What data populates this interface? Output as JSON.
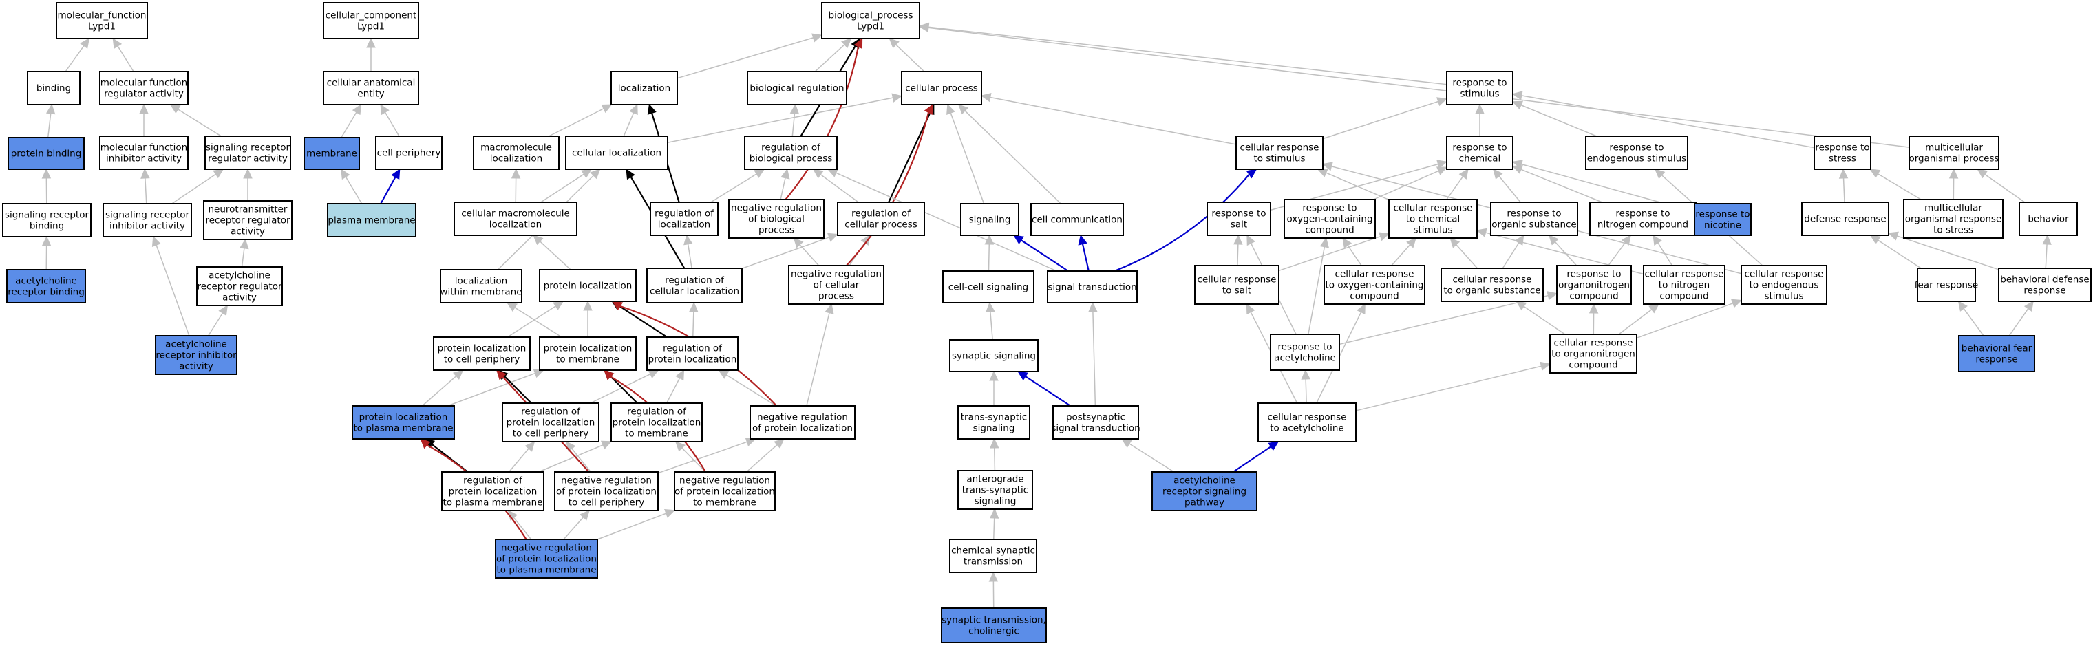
{
  "colors": {
    "node_fill": "#ffffff",
    "highlight_fill": "#5b8de8",
    "light_fill": "#add8e6",
    "edge_grey": "#c0c0c0",
    "edge_black": "#000000",
    "edge_blue": "#0000cd",
    "edge_red": "#b22222"
  },
  "nodes": [
    {
      "id": "mf",
      "lines": [
        "molecular_function",
        "Lypd1"
      ]
    },
    {
      "id": "binding",
      "lines": [
        "binding"
      ]
    },
    {
      "id": "mfra",
      "lines": [
        "molecular function",
        "regulator activity"
      ]
    },
    {
      "id": "pb",
      "lines": [
        "protein binding"
      ],
      "style": "highlight"
    },
    {
      "id": "mfia",
      "lines": [
        "molecular function",
        "inhibitor activity"
      ]
    },
    {
      "id": "srra",
      "lines": [
        "signaling receptor",
        "regulator activity"
      ]
    },
    {
      "id": "srb",
      "lines": [
        "signaling receptor",
        "binding"
      ]
    },
    {
      "id": "sria",
      "lines": [
        "signaling receptor",
        "inhibitor activity"
      ]
    },
    {
      "id": "ntrra",
      "lines": [
        "neurotransmitter",
        "receptor regulator",
        "activity"
      ]
    },
    {
      "id": "acrb",
      "lines": [
        "acetylcholine",
        "receptor binding"
      ],
      "style": "highlight"
    },
    {
      "id": "acrra",
      "lines": [
        "acetylcholine",
        "receptor regulator",
        "activity"
      ]
    },
    {
      "id": "acria",
      "lines": [
        "acetylcholine",
        "receptor inhibitor",
        "activity"
      ],
      "style": "highlight"
    },
    {
      "id": "cc",
      "lines": [
        "cellular_component",
        "Lypd1"
      ]
    },
    {
      "id": "cae",
      "lines": [
        "cellular anatomical",
        "entity"
      ]
    },
    {
      "id": "membrane",
      "lines": [
        "membrane"
      ],
      "style": "highlight"
    },
    {
      "id": "cp",
      "lines": [
        "cell periphery"
      ]
    },
    {
      "id": "pm",
      "lines": [
        "plasma membrane"
      ],
      "style": "light"
    },
    {
      "id": "bp",
      "lines": [
        "biological_process",
        "Lypd1"
      ]
    },
    {
      "id": "loc",
      "lines": [
        "localization"
      ]
    },
    {
      "id": "bioreg",
      "lines": [
        "biological regulation"
      ]
    },
    {
      "id": "cellproc",
      "lines": [
        "cellular process"
      ]
    },
    {
      "id": "mmloc",
      "lines": [
        "macromolecule",
        "localization"
      ]
    },
    {
      "id": "cellloc",
      "lines": [
        "cellular localization"
      ]
    },
    {
      "id": "rbp",
      "lines": [
        "regulation of",
        "biological process"
      ]
    },
    {
      "id": "cmmloc",
      "lines": [
        "cellular macromolecule",
        "localization"
      ]
    },
    {
      "id": "regloc",
      "lines": [
        "regulation of",
        "localization"
      ]
    },
    {
      "id": "nrbp",
      "lines": [
        "negative regulation",
        "of biological",
        "process"
      ]
    },
    {
      "id": "rcp",
      "lines": [
        "regulation of",
        "cellular process"
      ]
    },
    {
      "id": "signaling",
      "lines": [
        "signaling"
      ]
    },
    {
      "id": "cellcomm",
      "lines": [
        "cell communication"
      ]
    },
    {
      "id": "lwm",
      "lines": [
        "localization",
        "within membrane"
      ]
    },
    {
      "id": "protloc",
      "lines": [
        "protein localization"
      ]
    },
    {
      "id": "rcl",
      "lines": [
        "regulation of",
        "cellular localization"
      ]
    },
    {
      "id": "nrcp",
      "lines": [
        "negative regulation",
        "of cellular",
        "process"
      ]
    },
    {
      "id": "ccs",
      "lines": [
        "cell-cell signaling"
      ]
    },
    {
      "id": "st",
      "lines": [
        "signal transduction"
      ]
    },
    {
      "id": "plcp",
      "lines": [
        "protein localization",
        "to cell periphery"
      ]
    },
    {
      "id": "pltm",
      "lines": [
        "protein localization",
        "to membrane"
      ]
    },
    {
      "id": "rpl",
      "lines": [
        "regulation of",
        "protein localization"
      ]
    },
    {
      "id": "ss",
      "lines": [
        "synaptic signaling"
      ]
    },
    {
      "id": "plpm",
      "lines": [
        "protein localization",
        "to plasma membrane"
      ],
      "style": "highlight"
    },
    {
      "id": "rplcp",
      "lines": [
        "regulation of",
        "protein localization",
        "to cell periphery"
      ]
    },
    {
      "id": "rpltm",
      "lines": [
        "regulation of",
        "protein localization",
        "to membrane"
      ]
    },
    {
      "id": "nrpl",
      "lines": [
        "negative regulation",
        "of protein localization"
      ]
    },
    {
      "id": "tss",
      "lines": [
        "trans-synaptic",
        "signaling"
      ]
    },
    {
      "id": "pst",
      "lines": [
        "postsynaptic",
        "signal transduction"
      ]
    },
    {
      "id": "rplpm",
      "lines": [
        "regulation of",
        "protein localization",
        "to plasma membrane"
      ]
    },
    {
      "id": "nrplcp",
      "lines": [
        "negative regulation",
        "of protein localization",
        "to cell periphery"
      ]
    },
    {
      "id": "nrpltm",
      "lines": [
        "negative regulation",
        "of protein localization",
        "to membrane"
      ]
    },
    {
      "id": "atss",
      "lines": [
        "anterograde",
        "trans-synaptic",
        "signaling"
      ]
    },
    {
      "id": "nrplpm",
      "lines": [
        "negative regulation",
        "of protein localization",
        "to plasma membrane"
      ],
      "style": "highlight"
    },
    {
      "id": "cst",
      "lines": [
        "chemical synaptic",
        "transmission"
      ]
    },
    {
      "id": "stc",
      "lines": [
        "synaptic transmission,",
        "cholinergic"
      ],
      "style": "highlight"
    },
    {
      "id": "rts",
      "lines": [
        "response to",
        "stimulus"
      ]
    },
    {
      "id": "crs",
      "lines": [
        "cellular response",
        "to stimulus"
      ]
    },
    {
      "id": "rtc",
      "lines": [
        "response to",
        "chemical"
      ]
    },
    {
      "id": "res",
      "lines": [
        "response to",
        "endogenous stimulus"
      ]
    },
    {
      "id": "rtst",
      "lines": [
        "response to",
        "stress"
      ]
    },
    {
      "id": "mop",
      "lines": [
        "multicellular",
        "organismal process"
      ]
    },
    {
      "id": "rsalt",
      "lines": [
        "response to",
        "salt"
      ]
    },
    {
      "id": "rocc",
      "lines": [
        "response to",
        "oxygen-containing",
        "compound"
      ]
    },
    {
      "id": "crcs",
      "lines": [
        "cellular response",
        "to chemical",
        "stimulus"
      ]
    },
    {
      "id": "ros",
      "lines": [
        "response to",
        "organic substance"
      ]
    },
    {
      "id": "rnc",
      "lines": [
        "response to",
        "nitrogen compound"
      ]
    },
    {
      "id": "rnic",
      "lines": [
        "response to",
        "nicotine"
      ],
      "style": "highlight"
    },
    {
      "id": "defr",
      "lines": [
        "defense response"
      ]
    },
    {
      "id": "morts",
      "lines": [
        "multicellular",
        "organismal response",
        "to stress"
      ]
    },
    {
      "id": "behavior",
      "lines": [
        "behavior"
      ]
    },
    {
      "id": "crsalt",
      "lines": [
        "cellular response",
        "to salt"
      ]
    },
    {
      "id": "crocc",
      "lines": [
        "cellular response",
        "to oxygen-containing",
        "compound"
      ]
    },
    {
      "id": "cros",
      "lines": [
        "cellular response",
        "to organic substance"
      ]
    },
    {
      "id": "rtonc",
      "lines": [
        "response to",
        "organonitrogen",
        "compound"
      ]
    },
    {
      "id": "crnc",
      "lines": [
        "cellular response",
        "to nitrogen",
        "compound"
      ]
    },
    {
      "id": "cres",
      "lines": [
        "cellular response",
        "to endogenous",
        "stimulus"
      ]
    },
    {
      "id": "fear",
      "lines": [
        "fear response"
      ]
    },
    {
      "id": "bdr",
      "lines": [
        "behavioral defense",
        "response"
      ]
    },
    {
      "id": "rach",
      "lines": [
        "response to",
        "acetylcholine"
      ]
    },
    {
      "id": "cronc",
      "lines": [
        "cellular response",
        "to organonitrogen",
        "compound"
      ]
    },
    {
      "id": "bfr",
      "lines": [
        "behavioral fear",
        "response"
      ],
      "style": "highlight"
    },
    {
      "id": "crach",
      "lines": [
        "cellular response",
        "to acetylcholine"
      ]
    },
    {
      "id": "acrsp",
      "lines": [
        "acetylcholine",
        "receptor signaling",
        "pathway"
      ],
      "style": "highlight"
    }
  ],
  "edges": [
    {
      "from": "binding",
      "to": "mf"
    },
    {
      "from": "mfra",
      "to": "mf"
    },
    {
      "from": "pb",
      "to": "binding"
    },
    {
      "from": "mfia",
      "to": "mfra"
    },
    {
      "from": "srra",
      "to": "mfra"
    },
    {
      "from": "srb",
      "to": "pb"
    },
    {
      "from": "sria",
      "to": "mfia"
    },
    {
      "from": "sria",
      "to": "srra"
    },
    {
      "from": "ntrra",
      "to": "srra"
    },
    {
      "from": "acrb",
      "to": "srb"
    },
    {
      "from": "acrra",
      "to": "ntrra"
    },
    {
      "from": "acria",
      "to": "sria"
    },
    {
      "from": "acria",
      "to": "acrra"
    },
    {
      "from": "cae",
      "to": "cc"
    },
    {
      "from": "membrane",
      "to": "cae"
    },
    {
      "from": "cp",
      "to": "cae"
    },
    {
      "from": "pm",
      "to": "membrane"
    },
    {
      "from": "pm",
      "to": "cp",
      "type": "blue"
    },
    {
      "from": "loc",
      "to": "bp"
    },
    {
      "from": "bioreg",
      "to": "bp"
    },
    {
      "from": "cellproc",
      "to": "bp"
    },
    {
      "from": "rts",
      "to": "bp"
    },
    {
      "from": "mop",
      "to": "bp"
    },
    {
      "from": "mmloc",
      "to": "loc"
    },
    {
      "from": "cellloc",
      "to": "loc"
    },
    {
      "from": "cellloc",
      "to": "cellproc"
    },
    {
      "from": "rbp",
      "to": "bioreg"
    },
    {
      "from": "rbp",
      "to": "bp",
      "type": "black"
    },
    {
      "from": "cmmloc",
      "to": "mmloc"
    },
    {
      "from": "cmmloc",
      "to": "cellloc"
    },
    {
      "from": "regloc",
      "to": "rbp"
    },
    {
      "from": "regloc",
      "to": "loc",
      "type": "black"
    },
    {
      "from": "nrbp",
      "to": "rbp"
    },
    {
      "from": "nrbp",
      "to": "bp",
      "type": "red"
    },
    {
      "from": "rcp",
      "to": "rbp"
    },
    {
      "from": "rcp",
      "to": "cellproc",
      "type": "black"
    },
    {
      "from": "signaling",
      "to": "cellproc"
    },
    {
      "from": "cellcomm",
      "to": "cellproc"
    },
    {
      "from": "lwm",
      "to": "cellloc"
    },
    {
      "from": "protloc",
      "to": "cmmloc"
    },
    {
      "from": "rcl",
      "to": "regloc"
    },
    {
      "from": "rcl",
      "to": "rcp"
    },
    {
      "from": "rcl",
      "to": "cellloc",
      "type": "black"
    },
    {
      "from": "nrcp",
      "to": "nrbp"
    },
    {
      "from": "nrcp",
      "to": "rcp"
    },
    {
      "from": "nrcp",
      "to": "cellproc",
      "type": "red"
    },
    {
      "from": "ccs",
      "to": "signaling"
    },
    {
      "from": "st",
      "to": "signaling",
      "type": "blue"
    },
    {
      "from": "st",
      "to": "cellcomm",
      "type": "blue"
    },
    {
      "from": "st",
      "to": "crs",
      "type": "blue"
    },
    {
      "from": "st",
      "to": "rbp"
    },
    {
      "from": "plcp",
      "to": "protloc"
    },
    {
      "from": "pltm",
      "to": "protloc"
    },
    {
      "from": "pltm",
      "to": "lwm"
    },
    {
      "from": "rpl",
      "to": "rcl"
    },
    {
      "from": "rpl",
      "to": "protloc",
      "type": "black"
    },
    {
      "from": "ss",
      "to": "ccs"
    },
    {
      "from": "plpm",
      "to": "plcp"
    },
    {
      "from": "plpm",
      "to": "pltm"
    },
    {
      "from": "rplcp",
      "to": "rpl"
    },
    {
      "from": "rplcp",
      "to": "plcp",
      "type": "black"
    },
    {
      "from": "rpltm",
      "to": "rpl"
    },
    {
      "from": "rpltm",
      "to": "pltm",
      "type": "black"
    },
    {
      "from": "nrpl",
      "to": "rpl"
    },
    {
      "from": "nrpl",
      "to": "nrcp"
    },
    {
      "from": "nrpl",
      "to": "protloc",
      "type": "red"
    },
    {
      "from": "tss",
      "to": "ss"
    },
    {
      "from": "pst",
      "to": "st"
    },
    {
      "from": "pst",
      "to": "ss",
      "type": "blue"
    },
    {
      "from": "rplpm",
      "to": "rplcp"
    },
    {
      "from": "rplpm",
      "to": "rpltm"
    },
    {
      "from": "rplpm",
      "to": "plpm",
      "type": "black"
    },
    {
      "from": "nrplcp",
      "to": "rplcp"
    },
    {
      "from": "nrplcp",
      "to": "nrpl"
    },
    {
      "from": "nrplcp",
      "to": "plcp",
      "type": "red"
    },
    {
      "from": "nrpltm",
      "to": "rpltm"
    },
    {
      "from": "nrpltm",
      "to": "nrpl"
    },
    {
      "from": "nrpltm",
      "to": "pltm",
      "type": "red"
    },
    {
      "from": "atss",
      "to": "tss"
    },
    {
      "from": "nrplpm",
      "to": "rplpm"
    },
    {
      "from": "nrplpm",
      "to": "nrplcp"
    },
    {
      "from": "nrplpm",
      "to": "nrpltm"
    },
    {
      "from": "nrplpm",
      "to": "plpm",
      "type": "red"
    },
    {
      "from": "cst",
      "to": "atss"
    },
    {
      "from": "stc",
      "to": "cst"
    },
    {
      "from": "crs",
      "to": "rts"
    },
    {
      "from": "crs",
      "to": "cellproc"
    },
    {
      "from": "rtc",
      "to": "rts"
    },
    {
      "from": "res",
      "to": "rts"
    },
    {
      "from": "rtst",
      "to": "rts"
    },
    {
      "from": "rsalt",
      "to": "rtc"
    },
    {
      "from": "rocc",
      "to": "rtc"
    },
    {
      "from": "crcs",
      "to": "rtc"
    },
    {
      "from": "crcs",
      "to": "crs"
    },
    {
      "from": "ros",
      "to": "rtc"
    },
    {
      "from": "rnc",
      "to": "rtc"
    },
    {
      "from": "rnic",
      "to": "rtc"
    },
    {
      "from": "defr",
      "to": "rtst"
    },
    {
      "from": "morts",
      "to": "rtst"
    },
    {
      "from": "morts",
      "to": "mop"
    },
    {
      "from": "behavior",
      "to": "mop"
    },
    {
      "from": "crsalt",
      "to": "rsalt"
    },
    {
      "from": "crsalt",
      "to": "crcs"
    },
    {
      "from": "crocc",
      "to": "rocc"
    },
    {
      "from": "crocc",
      "to": "crcs"
    },
    {
      "from": "cros",
      "to": "ros"
    },
    {
      "from": "cros",
      "to": "crcs"
    },
    {
      "from": "rtonc",
      "to": "rnc"
    },
    {
      "from": "rtonc",
      "to": "ros"
    },
    {
      "from": "crnc",
      "to": "rnc"
    },
    {
      "from": "crnc",
      "to": "crcs"
    },
    {
      "from": "cres",
      "to": "res"
    },
    {
      "from": "cres",
      "to": "crs"
    },
    {
      "from": "fear",
      "to": "defr"
    },
    {
      "from": "bdr",
      "to": "defr"
    },
    {
      "from": "bdr",
      "to": "behavior"
    },
    {
      "from": "rach",
      "to": "rtonc"
    },
    {
      "from": "rach",
      "to": "rocc"
    },
    {
      "from": "rach",
      "to": "rsalt"
    },
    {
      "from": "cronc",
      "to": "cros"
    },
    {
      "from": "cronc",
      "to": "crnc"
    },
    {
      "from": "cronc",
      "to": "rtonc"
    },
    {
      "from": "cronc",
      "to": "cres"
    },
    {
      "from": "bfr",
      "to": "fear"
    },
    {
      "from": "bfr",
      "to": "bdr"
    },
    {
      "from": "crach",
      "to": "rach"
    },
    {
      "from": "crach",
      "to": "crsalt"
    },
    {
      "from": "crach",
      "to": "crocc"
    },
    {
      "from": "crach",
      "to": "cronc"
    },
    {
      "from": "acrsp",
      "to": "pst"
    },
    {
      "from": "acrsp",
      "to": "crach",
      "type": "blue"
    }
  ]
}
